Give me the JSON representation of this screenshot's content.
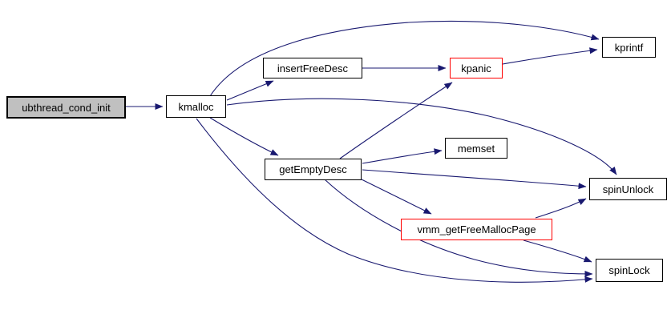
{
  "diagram": {
    "type": "call-graph",
    "background_color": "#ffffff",
    "edge_color": "#191970",
    "highlight_fill": "#c0c0c0",
    "alert_border": "#ff0000",
    "nodes": [
      {
        "id": "ubthread_cond_init",
        "label": "ubthread_cond_init",
        "fill": "#c0c0c0",
        "border": "#000000",
        "highlighted": true
      },
      {
        "id": "kmalloc",
        "label": "kmalloc",
        "fill": "#ffffff",
        "border": "#000000"
      },
      {
        "id": "insertFreeDesc",
        "label": "insertFreeDesc",
        "fill": "#ffffff",
        "border": "#000000"
      },
      {
        "id": "kpanic",
        "label": "kpanic",
        "fill": "#ffffff",
        "border": "#ff0000"
      },
      {
        "id": "kprintf",
        "label": "kprintf",
        "fill": "#ffffff",
        "border": "#000000"
      },
      {
        "id": "memset",
        "label": "memset",
        "fill": "#ffffff",
        "border": "#000000"
      },
      {
        "id": "getEmptyDesc",
        "label": "getEmptyDesc",
        "fill": "#ffffff",
        "border": "#000000"
      },
      {
        "id": "spinUnlock",
        "label": "spinUnlock",
        "fill": "#ffffff",
        "border": "#000000"
      },
      {
        "id": "vmm_getFreeMallocPage",
        "label": "vmm_getFreeMallocPage",
        "fill": "#ffffff",
        "border": "#ff0000"
      },
      {
        "id": "spinLock",
        "label": "spinLock",
        "fill": "#ffffff",
        "border": "#000000"
      }
    ],
    "edges": [
      {
        "from": "ubthread_cond_init",
        "to": "kmalloc"
      },
      {
        "from": "kmalloc",
        "to": "kprintf"
      },
      {
        "from": "kmalloc",
        "to": "insertFreeDesc"
      },
      {
        "from": "kmalloc",
        "to": "getEmptyDesc"
      },
      {
        "from": "kmalloc",
        "to": "spinUnlock"
      },
      {
        "from": "kmalloc",
        "to": "spinLock"
      },
      {
        "from": "insertFreeDesc",
        "to": "kpanic"
      },
      {
        "from": "kpanic",
        "to": "kprintf"
      },
      {
        "from": "getEmptyDesc",
        "to": "kpanic"
      },
      {
        "from": "getEmptyDesc",
        "to": "memset"
      },
      {
        "from": "getEmptyDesc",
        "to": "spinUnlock"
      },
      {
        "from": "getEmptyDesc",
        "to": "vmm_getFreeMallocPage"
      },
      {
        "from": "getEmptyDesc",
        "to": "spinLock"
      },
      {
        "from": "vmm_getFreeMallocPage",
        "to": "spinUnlock"
      },
      {
        "from": "vmm_getFreeMallocPage",
        "to": "spinLock"
      }
    ]
  }
}
